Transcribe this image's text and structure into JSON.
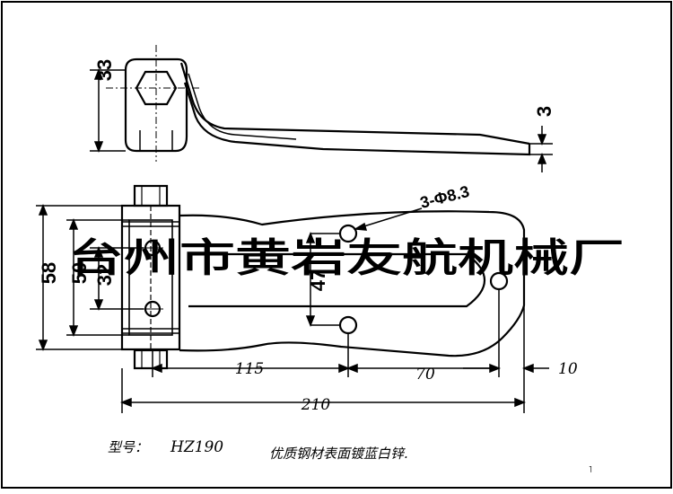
{
  "drawing": {
    "dimensions": {
      "top_height": "33",
      "thickness": "3",
      "hole_spec": "3-Φ8.3",
      "overall_height": "58",
      "inner_height": "50",
      "pin_spacing": "32",
      "hole_vertical_spacing": "47",
      "pin_to_holes": "115",
      "holes_to_hole": "70",
      "hole_to_end": "10",
      "overall_length": "210"
    },
    "watermark": "台州市黄岩友航机械厂",
    "model_label": "型号：",
    "model_value": "HZ190",
    "material_note": "优质钢材表面镀蓝白锌."
  }
}
